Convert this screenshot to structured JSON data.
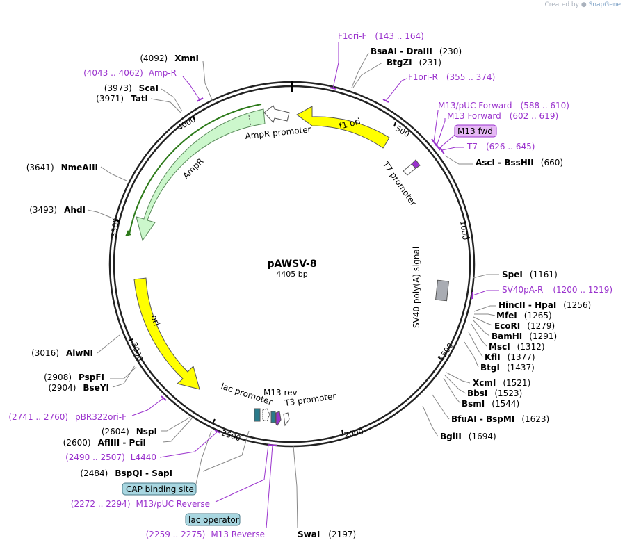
{
  "credit": {
    "created_by": "Created by",
    "brand": "SnapGene"
  },
  "plasmid": {
    "name": "pAWSV-8",
    "size": "4405 bp"
  },
  "ticks": [
    "500",
    "1000",
    "1500",
    "2000",
    "2500",
    "3000",
    "3500",
    "4000"
  ],
  "features": {
    "f1_ori": "f1 ori",
    "ampr_promoter": "AmpR promoter",
    "ampr": "AmpR",
    "ori": "ori",
    "t7_promoter": "T7 promoter",
    "sv40": "SV40 poly(A) signal",
    "lac_promoter": "lac promoter",
    "m13_rev": "M13 rev",
    "t3_promoter": "T3 promoter",
    "cap_binding_site": "CAP binding site",
    "lac_operator": "lac operator",
    "m13_fwd": "M13 fwd"
  },
  "colors": {
    "backbone": "#222222",
    "f1_ori": "#ffff00",
    "ori": "#ffff00",
    "ampr": "#ccf7cc",
    "ampr_border": "#3a8a3a",
    "primer": "#9a32cd",
    "sv40": "#a9acb3",
    "binding_box": "#a8d6e0",
    "m13_box": "#e6b8f5"
  },
  "enzymes_right": [
    {
      "name": "BsaAI",
      "name2": "DraIII",
      "pos": "(230)"
    },
    {
      "name": "BtgZI",
      "pos": "(231)"
    },
    {
      "name": "AscI",
      "name2": "BssHII",
      "pos": "(660)"
    },
    {
      "name": "SpeI",
      "pos": "(1161)"
    },
    {
      "name": "HincII",
      "name2": "HpaI",
      "pos": "(1256)"
    },
    {
      "name": "MfeI",
      "pos": "(1265)"
    },
    {
      "name": "EcoRI",
      "pos": "(1279)"
    },
    {
      "name": "BamHI",
      "pos": "(1291)"
    },
    {
      "name": "MscI",
      "pos": "(1312)"
    },
    {
      "name": "KflI",
      "pos": "(1377)"
    },
    {
      "name": "BtgI",
      "pos": "(1437)"
    },
    {
      "name": "XcmI",
      "pos": "(1521)"
    },
    {
      "name": "BbsI",
      "pos": "(1523)"
    },
    {
      "name": "BsmI",
      "pos": "(1544)"
    },
    {
      "name": "BfuAI",
      "name2": "BspMI",
      "pos": "(1623)"
    },
    {
      "name": "BglII",
      "pos": "(1694)"
    },
    {
      "name": "SwaI",
      "pos": "(2197)"
    }
  ],
  "enzymes_left": [
    {
      "name": "XmnI",
      "pos": "(4092)"
    },
    {
      "name": "ScaI",
      "pos": "(3973)"
    },
    {
      "name": "TatI",
      "pos": "(3971)"
    },
    {
      "name": "NmeAIII",
      "pos": "(3641)"
    },
    {
      "name": "AhdI",
      "pos": "(3493)"
    },
    {
      "name": "AlwNI",
      "pos": "(3016)"
    },
    {
      "name": "PspFI",
      "pos": "(2908)"
    },
    {
      "name": "BseYI",
      "pos": "(2904)"
    },
    {
      "name": "NspI",
      "pos": "(2604)"
    },
    {
      "name": "AflIII",
      "name2": "PciI",
      "pos": "(2600)"
    },
    {
      "name": "BspQI",
      "name2": "SapI",
      "pos": "(2484)"
    }
  ],
  "primers": [
    {
      "name": "F1ori-F",
      "range": "(143 .. 164)"
    },
    {
      "name": "F1ori-R",
      "range": "(355 .. 374)"
    },
    {
      "name": "M13/pUC Forward",
      "range": "(588 .. 610)"
    },
    {
      "name": "M13 Forward",
      "range": "(602 .. 619)"
    },
    {
      "name": "T7",
      "range": "(626 .. 645)"
    },
    {
      "name": "SV40pA-R",
      "range": "(1200 .. 1219)"
    },
    {
      "name": "Amp-R",
      "range": "(4043 .. 4062)"
    },
    {
      "name": "pBR322ori-F",
      "range": "(2741 .. 2760)"
    },
    {
      "name": "L4440",
      "range": "(2490 .. 2507)"
    },
    {
      "name": "M13/pUC Reverse",
      "range": "(2272 .. 2294)"
    },
    {
      "name": "M13 Reverse",
      "range": "(2259 .. 2275)"
    }
  ]
}
